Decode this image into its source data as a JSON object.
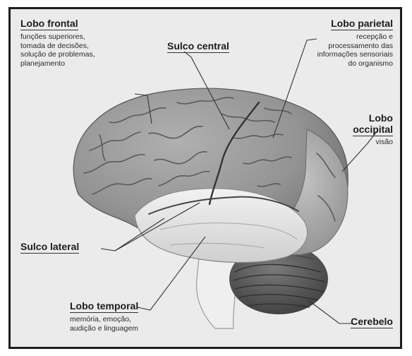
{
  "labels": {
    "frontal": {
      "title": "Lobo frontal",
      "lines": [
        "funções superiores,",
        "tomada de decisões,",
        "solução de problemas,",
        "planejamento"
      ]
    },
    "central": {
      "title": "Sulco central"
    },
    "parietal": {
      "title": "Lobo parietal",
      "lines": [
        "recepção e",
        "processamento das",
        "informações sensoriais",
        "do organismo"
      ]
    },
    "occipital": {
      "title_line1": "Lobo",
      "title_line2": "occipital",
      "lines": [
        "visão"
      ]
    },
    "lateral": {
      "title": "Sulco lateral"
    },
    "temporal": {
      "title": "Lobo temporal",
      "lines": [
        "memória, emoção,",
        "audição e linguagem"
      ]
    },
    "cerebelo": {
      "title": "Cerebelo"
    }
  },
  "colors": {
    "background": "#ebebeb",
    "border": "#1e1e1e",
    "brain_cortex": "#8c8c8c",
    "temporal_lobe": "#e3e3e3",
    "cerebellum": "#5f5f5f",
    "brainstem": "#efefef"
  }
}
